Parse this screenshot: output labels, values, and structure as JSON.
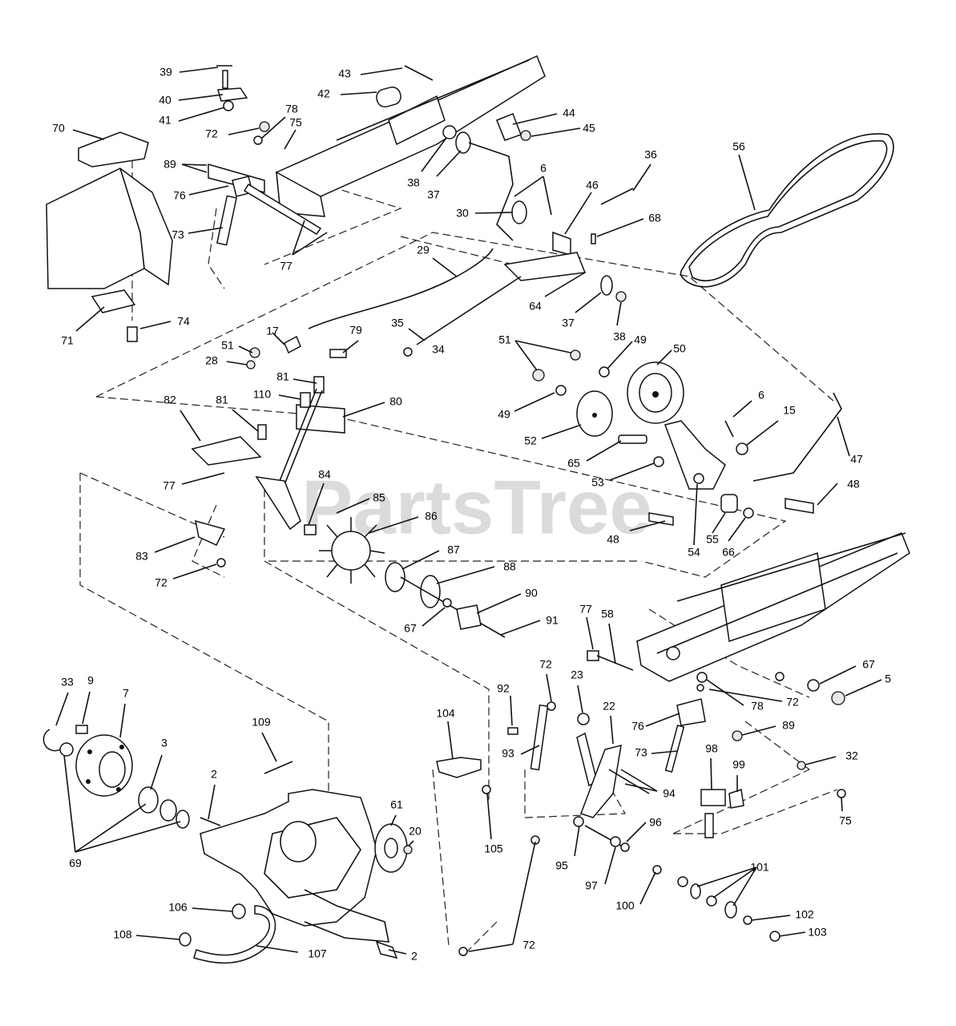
{
  "watermark": "PartsTree",
  "callouts": [
    {
      "id": "c39",
      "text": "39"
    },
    {
      "id": "c40",
      "text": "40"
    },
    {
      "id": "c41",
      "text": "41"
    },
    {
      "id": "c43",
      "text": "43"
    },
    {
      "id": "c42",
      "text": "42"
    },
    {
      "id": "c78a",
      "text": "78"
    },
    {
      "id": "c72a",
      "text": "72"
    },
    {
      "id": "c75a",
      "text": "75"
    },
    {
      "id": "c70",
      "text": "70"
    },
    {
      "id": "c89a",
      "text": "89"
    },
    {
      "id": "c76a",
      "text": "76"
    },
    {
      "id": "c73a",
      "text": "73"
    },
    {
      "id": "c77a",
      "text": "77"
    },
    {
      "id": "c71",
      "text": "71"
    },
    {
      "id": "c74",
      "text": "74"
    },
    {
      "id": "c44",
      "text": "44"
    },
    {
      "id": "c45",
      "text": "45"
    },
    {
      "id": "c38a",
      "text": "38"
    },
    {
      "id": "c37a",
      "text": "37"
    },
    {
      "id": "c6a",
      "text": "6"
    },
    {
      "id": "c30",
      "text": "30"
    },
    {
      "id": "c46",
      "text": "46"
    },
    {
      "id": "c36",
      "text": "36"
    },
    {
      "id": "c68",
      "text": "68"
    },
    {
      "id": "c56",
      "text": "56"
    },
    {
      "id": "c29",
      "text": "29"
    },
    {
      "id": "c64",
      "text": "64"
    },
    {
      "id": "c37b",
      "text": "37"
    },
    {
      "id": "c38b",
      "text": "38"
    },
    {
      "id": "c35",
      "text": "35"
    },
    {
      "id": "c34",
      "text": "34"
    },
    {
      "id": "c17",
      "text": "17"
    },
    {
      "id": "c51a",
      "text": "51"
    },
    {
      "id": "c28",
      "text": "28"
    },
    {
      "id": "c79",
      "text": "79"
    },
    {
      "id": "c81a",
      "text": "81"
    },
    {
      "id": "c110",
      "text": "110"
    },
    {
      "id": "c80",
      "text": "80"
    },
    {
      "id": "c82",
      "text": "82"
    },
    {
      "id": "c81b",
      "text": "81"
    },
    {
      "id": "c51b",
      "text": "51"
    },
    {
      "id": "c49a",
      "text": "49"
    },
    {
      "id": "c50",
      "text": "50"
    },
    {
      "id": "c49b",
      "text": "49"
    },
    {
      "id": "c52",
      "text": "52"
    },
    {
      "id": "c6b",
      "text": "6"
    },
    {
      "id": "c15",
      "text": "15"
    },
    {
      "id": "c47",
      "text": "47"
    },
    {
      "id": "c65",
      "text": "65"
    },
    {
      "id": "c53",
      "text": "53"
    },
    {
      "id": "c48a",
      "text": "48"
    },
    {
      "id": "c77b",
      "text": "77"
    },
    {
      "id": "c84",
      "text": "84"
    },
    {
      "id": "c85",
      "text": "85"
    },
    {
      "id": "c86",
      "text": "86"
    },
    {
      "id": "c48b",
      "text": "48"
    },
    {
      "id": "c55",
      "text": "55"
    },
    {
      "id": "c66",
      "text": "66"
    },
    {
      "id": "c54",
      "text": "54"
    },
    {
      "id": "c83",
      "text": "83"
    },
    {
      "id": "c87",
      "text": "87"
    },
    {
      "id": "c72b",
      "text": "72"
    },
    {
      "id": "c88",
      "text": "88"
    },
    {
      "id": "c90",
      "text": "90"
    },
    {
      "id": "c67a",
      "text": "67"
    },
    {
      "id": "c91",
      "text": "91"
    },
    {
      "id": "c77c",
      "text": "77"
    },
    {
      "id": "c58",
      "text": "58"
    },
    {
      "id": "c67b",
      "text": "67"
    },
    {
      "id": "c5",
      "text": "5"
    },
    {
      "id": "c72c",
      "text": "72"
    },
    {
      "id": "c78b",
      "text": "78"
    },
    {
      "id": "c72d",
      "text": "72"
    },
    {
      "id": "c23",
      "text": "23"
    },
    {
      "id": "c92",
      "text": "92"
    },
    {
      "id": "c22",
      "text": "22"
    },
    {
      "id": "c76b",
      "text": "76"
    },
    {
      "id": "c89b",
      "text": "89"
    },
    {
      "id": "c33",
      "text": "33"
    },
    {
      "id": "c9",
      "text": "9"
    },
    {
      "id": "c7",
      "text": "7"
    },
    {
      "id": "c104",
      "text": "104"
    },
    {
      "id": "c109",
      "text": "109"
    },
    {
      "id": "c93",
      "text": "93"
    },
    {
      "id": "c73b",
      "text": "73"
    },
    {
      "id": "c32",
      "text": "32"
    },
    {
      "id": "c3",
      "text": "3"
    },
    {
      "id": "c98",
      "text": "98"
    },
    {
      "id": "c99",
      "text": "99"
    },
    {
      "id": "c94",
      "text": "94"
    },
    {
      "id": "c2a",
      "text": "2"
    },
    {
      "id": "c61",
      "text": "61"
    },
    {
      "id": "c105",
      "text": "105"
    },
    {
      "id": "c20",
      "text": "20"
    },
    {
      "id": "c75b",
      "text": "75"
    },
    {
      "id": "c96",
      "text": "96"
    },
    {
      "id": "c69",
      "text": "69"
    },
    {
      "id": "c95",
      "text": "95"
    },
    {
      "id": "c101",
      "text": "101"
    },
    {
      "id": "c97",
      "text": "97"
    },
    {
      "id": "c100",
      "text": "100"
    },
    {
      "id": "c106",
      "text": "106"
    },
    {
      "id": "c102",
      "text": "102"
    },
    {
      "id": "c108",
      "text": "108"
    },
    {
      "id": "c107",
      "text": "107"
    },
    {
      "id": "c2b",
      "text": "2"
    },
    {
      "id": "c72e",
      "text": "72"
    },
    {
      "id": "c103",
      "text": "103"
    }
  ]
}
